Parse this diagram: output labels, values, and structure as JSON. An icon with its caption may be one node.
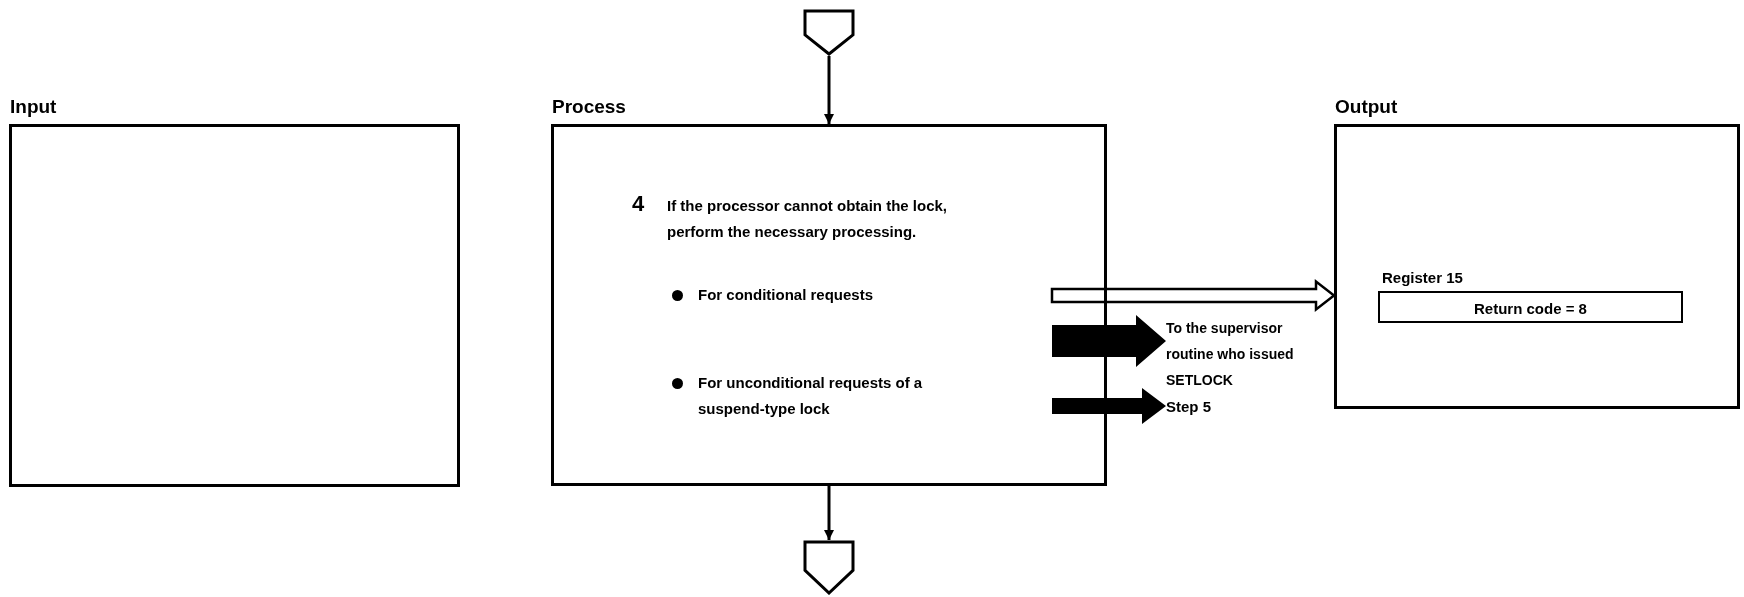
{
  "diagram": {
    "nodes": [
      {
        "text": [],
        "shape": "pentagon"
      },
      {
        "text": [
          "Input"
        ]
      },
      {
        "text": [
          "Process",
          "4",
          "If the processor cannot obtain the lock, perform the necessary processing.",
          "For conditional requests",
          "For unconditional requests of a suspend-type lock"
        ]
      },
      {
        "text": [
          "Output"
        ]
      },
      {
        "text": [
          "Return code = 8"
        ],
        "beside": [
          "Register 15"
        ],
        "in": 3
      },
      {
        "text": [
          "To the supervisor routine who issued SETLOCK"
        ]
      },
      {
        "text": [
          "Step 5"
        ]
      },
      {
        "text": [],
        "shape": "pentagon"
      }
    ],
    "edges": [
      {
        "from": 0,
        "to": 2,
        "arrow": "to"
      },
      {
        "from": 2,
        "to": 7,
        "arrow": "to"
      },
      {
        "from": 2,
        "to": 3,
        "arrow": "to"
      },
      {
        "from": 2,
        "to": 5,
        "arrow": "to",
        "style": "thick"
      },
      {
        "from": 2,
        "to": 6,
        "arrow": "to",
        "style": "thick"
      }
    ]
  }
}
